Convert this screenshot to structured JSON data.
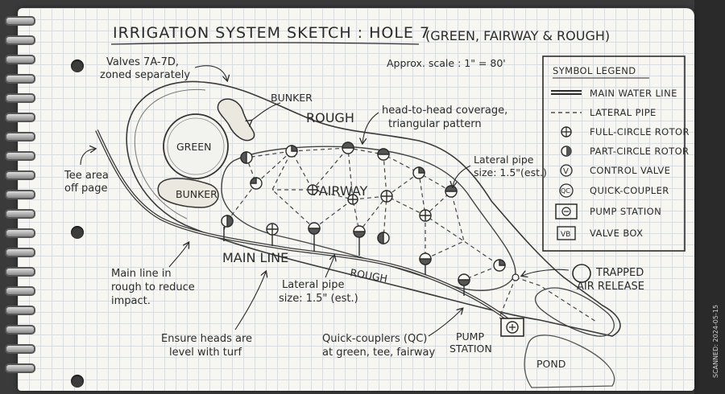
{
  "title": "IRRIGATION SYSTEM SKETCH : HOLE 7",
  "subtitle": "(GREEN, FAIRWAY & ROUGH)",
  "scale": "Approx. scale : 1\" = 80'",
  "areas": {
    "green": "GREEN",
    "bunker_upper": "BUNKER",
    "bunker_lower": "BUNKER",
    "rough_top": "ROUGH",
    "rough_bottom": "ROUGH",
    "fairway": "FAIRWAY",
    "main_line": "MAIN LINE",
    "pond": "POND"
  },
  "annotations": {
    "valves": [
      "Valves 7A-7D,",
      "zoned separately"
    ],
    "tee": [
      "Tee area",
      "off page"
    ],
    "coverage": [
      "head-to-head coverage,",
      "triangular pattern"
    ],
    "lateral_right": [
      "Lateral pipe",
      "size: 1.5\"(est.)"
    ],
    "main_rough": [
      "Main line in",
      "rough to reduce",
      "impact."
    ],
    "lateral_bottom": [
      "Lateral pipe",
      "size: 1.5\" (est.)"
    ],
    "level": [
      "Ensure heads are",
      "level with turf"
    ],
    "qc": [
      "Quick-couplers (QC)",
      "at green, tee, fairway"
    ],
    "pump": [
      "PUMP",
      "STATION"
    ],
    "air": [
      "TRAPPED",
      "AIR RELEASE"
    ]
  },
  "legend": {
    "title": "SYMBOL LEGEND",
    "items": [
      {
        "icon": "main-water-line-icon",
        "label": "MAIN WATER LINE"
      },
      {
        "icon": "lateral-pipe-icon",
        "label": "LATERAL PIPE"
      },
      {
        "icon": "full-circle-rotor-icon",
        "label": "FULL-CIRCLE ROTOR"
      },
      {
        "icon": "part-circle-rotor-icon",
        "label": "PART-CIRCLE ROTOR"
      },
      {
        "icon": "control-valve-icon",
        "label": "CONTROL VALVE",
        "glyph": "V"
      },
      {
        "icon": "quick-coupler-icon",
        "label": "QUICK-COUPLER",
        "glyph": "QC"
      },
      {
        "icon": "pump-station-icon",
        "label": "PUMP STATION"
      },
      {
        "icon": "valve-box-icon",
        "label": "VALVE BOX",
        "glyph": "VB"
      }
    ]
  },
  "scan_stamp": "SCANNED: 2024-05-15",
  "colors": {
    "ink": "#2b2b2b",
    "paper": "#f7f6f1",
    "grid": "#d9dde0"
  }
}
